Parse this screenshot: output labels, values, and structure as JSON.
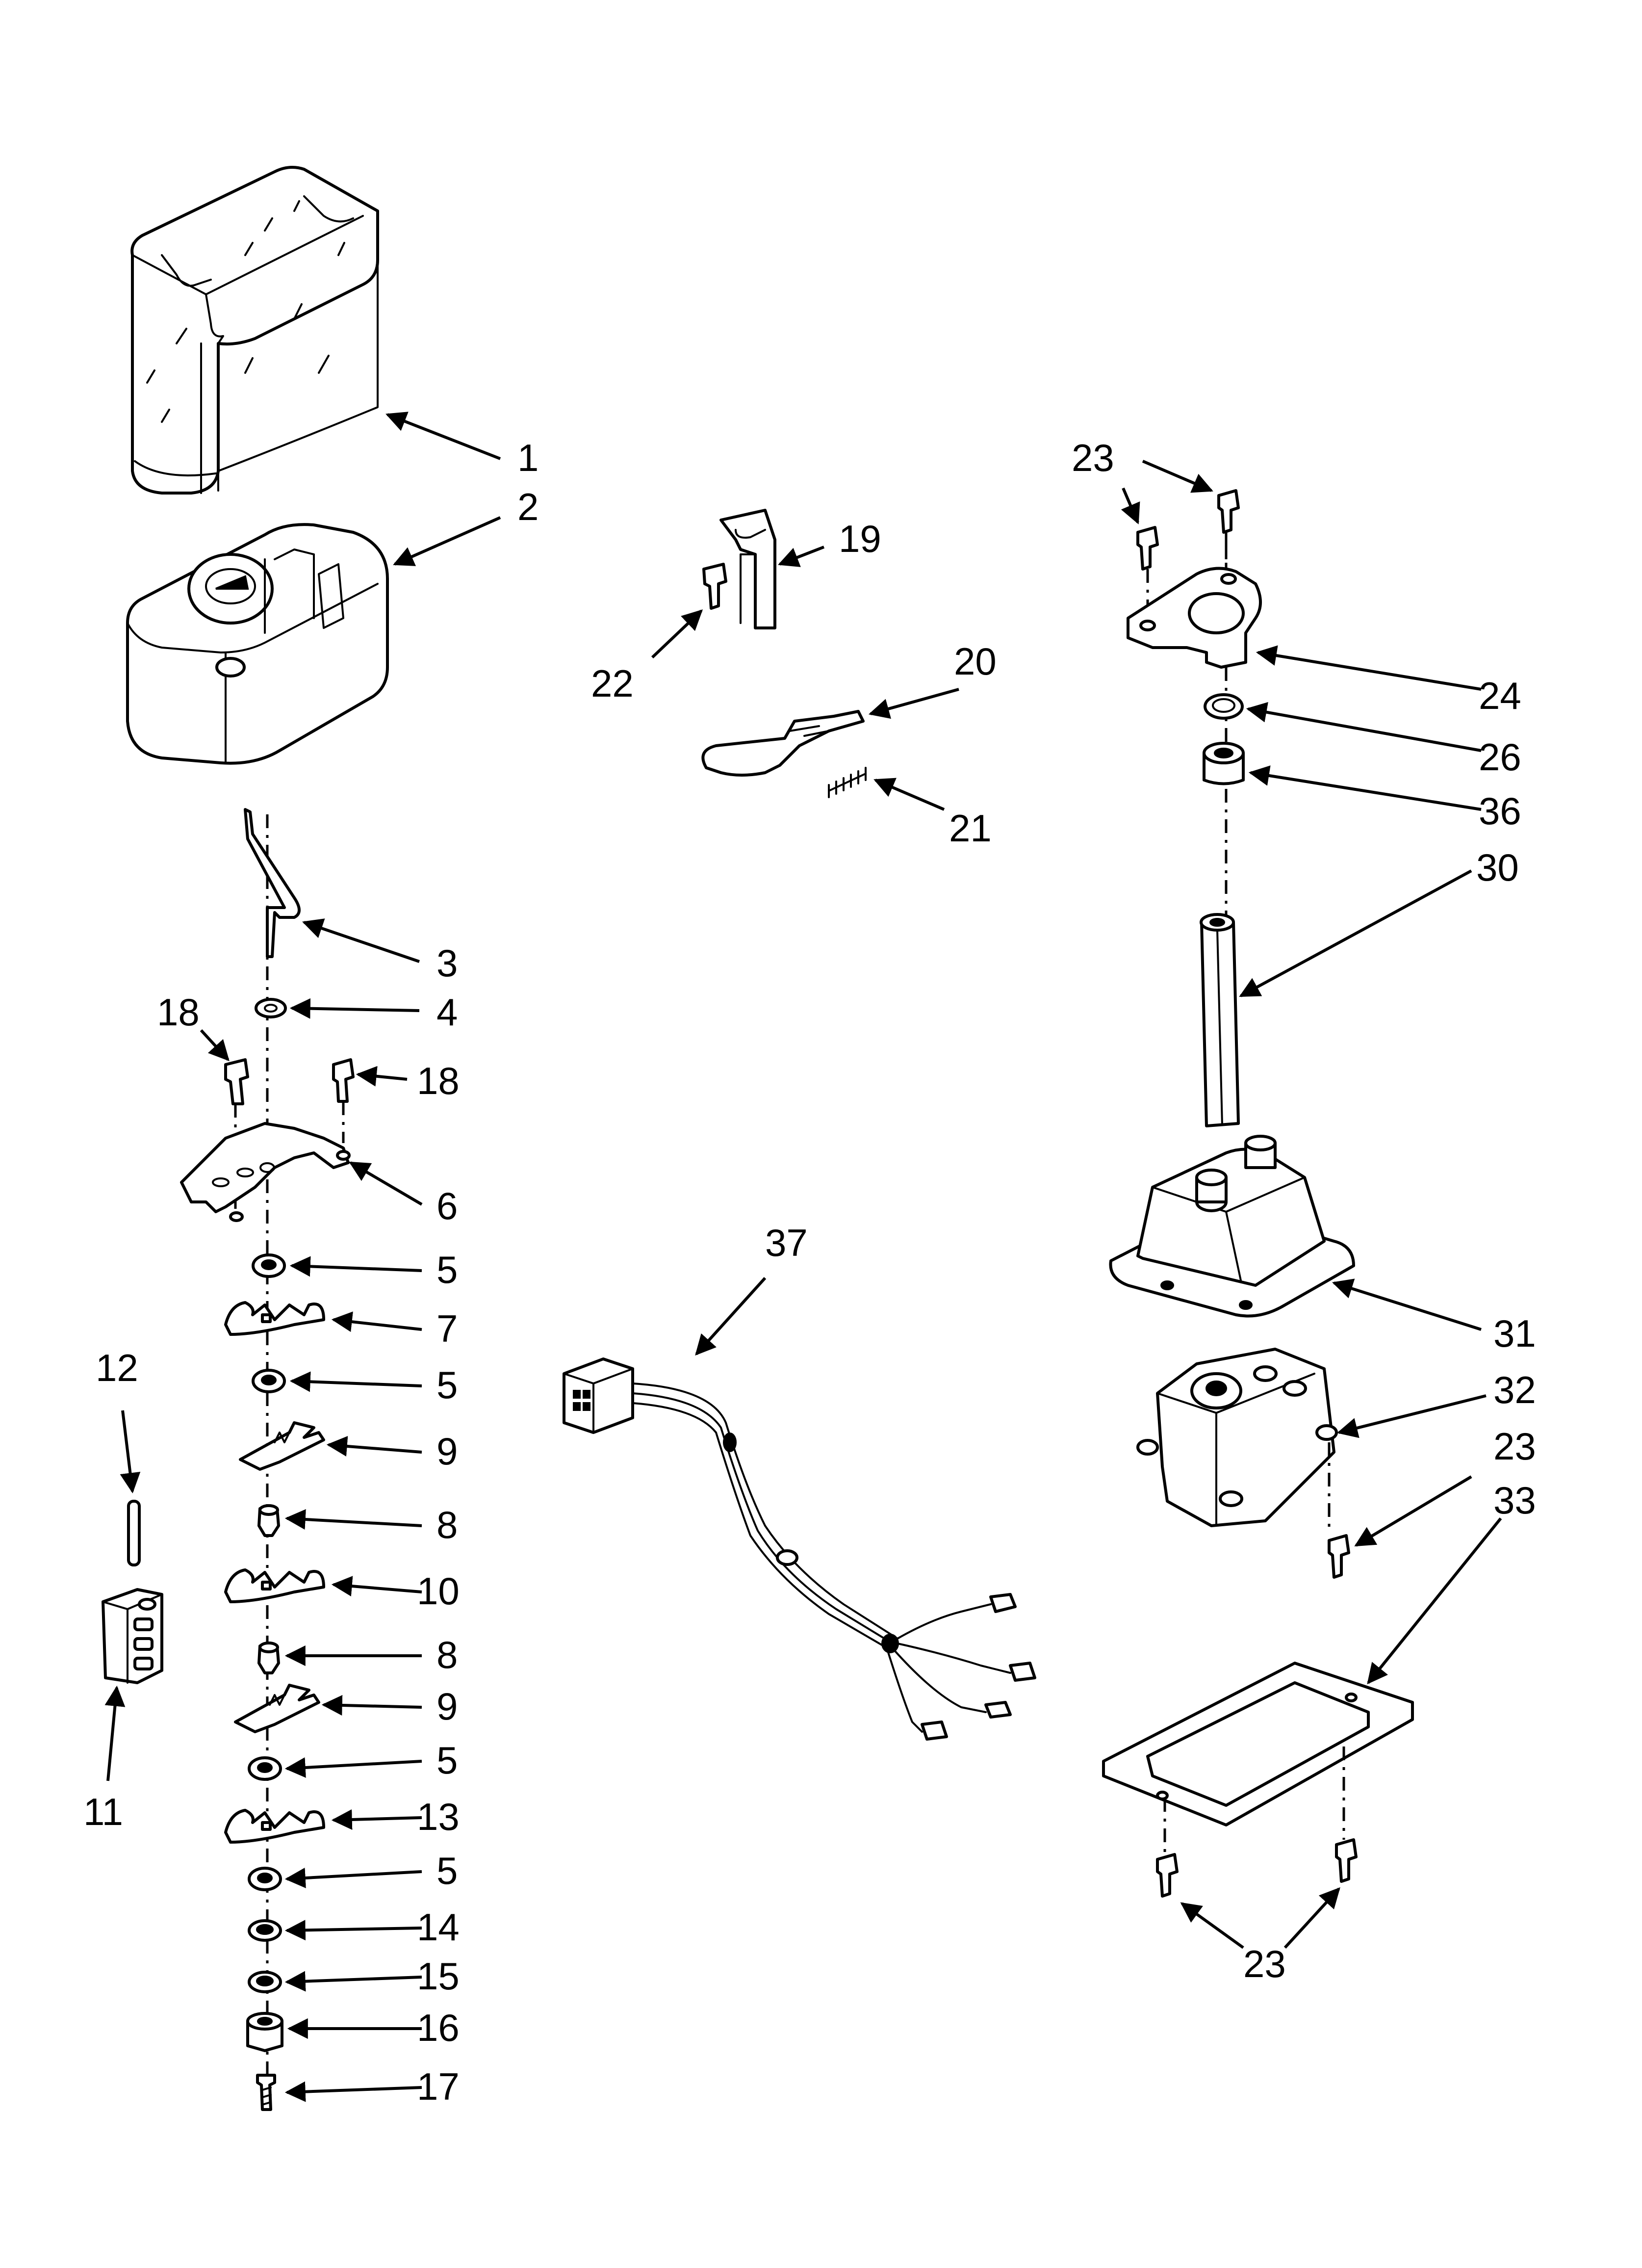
{
  "diagram": {
    "callouts": [
      {
        "id": "c1",
        "label": "1"
      },
      {
        "id": "c2",
        "label": "2"
      },
      {
        "id": "c3",
        "label": "3"
      },
      {
        "id": "c4",
        "label": "4"
      },
      {
        "id": "c18a",
        "label": "18"
      },
      {
        "id": "c18b",
        "label": "18"
      },
      {
        "id": "c6",
        "label": "6"
      },
      {
        "id": "c5a",
        "label": "5"
      },
      {
        "id": "c7",
        "label": "7"
      },
      {
        "id": "c5b",
        "label": "5"
      },
      {
        "id": "c12",
        "label": "12"
      },
      {
        "id": "c9a",
        "label": "9"
      },
      {
        "id": "c8a",
        "label": "8"
      },
      {
        "id": "c10",
        "label": "10"
      },
      {
        "id": "c8b",
        "label": "8"
      },
      {
        "id": "c9b",
        "label": "9"
      },
      {
        "id": "c5c",
        "label": "5"
      },
      {
        "id": "c11",
        "label": "11"
      },
      {
        "id": "c13",
        "label": "13"
      },
      {
        "id": "c5d",
        "label": "5"
      },
      {
        "id": "c14",
        "label": "14"
      },
      {
        "id": "c15",
        "label": "15"
      },
      {
        "id": "c16",
        "label": "16"
      },
      {
        "id": "c17",
        "label": "17"
      },
      {
        "id": "c19",
        "label": "19"
      },
      {
        "id": "c22",
        "label": "22"
      },
      {
        "id": "c20",
        "label": "20"
      },
      {
        "id": "c21",
        "label": "21"
      },
      {
        "id": "c37",
        "label": "37"
      },
      {
        "id": "c23a",
        "label": "23"
      },
      {
        "id": "c24",
        "label": "24"
      },
      {
        "id": "c26",
        "label": "26"
      },
      {
        "id": "c36",
        "label": "36"
      },
      {
        "id": "c30",
        "label": "30"
      },
      {
        "id": "c31",
        "label": "31"
      },
      {
        "id": "c32",
        "label": "32"
      },
      {
        "id": "c23b",
        "label": "23"
      },
      {
        "id": "c33",
        "label": "33"
      },
      {
        "id": "c23c",
        "label": "23"
      }
    ]
  }
}
